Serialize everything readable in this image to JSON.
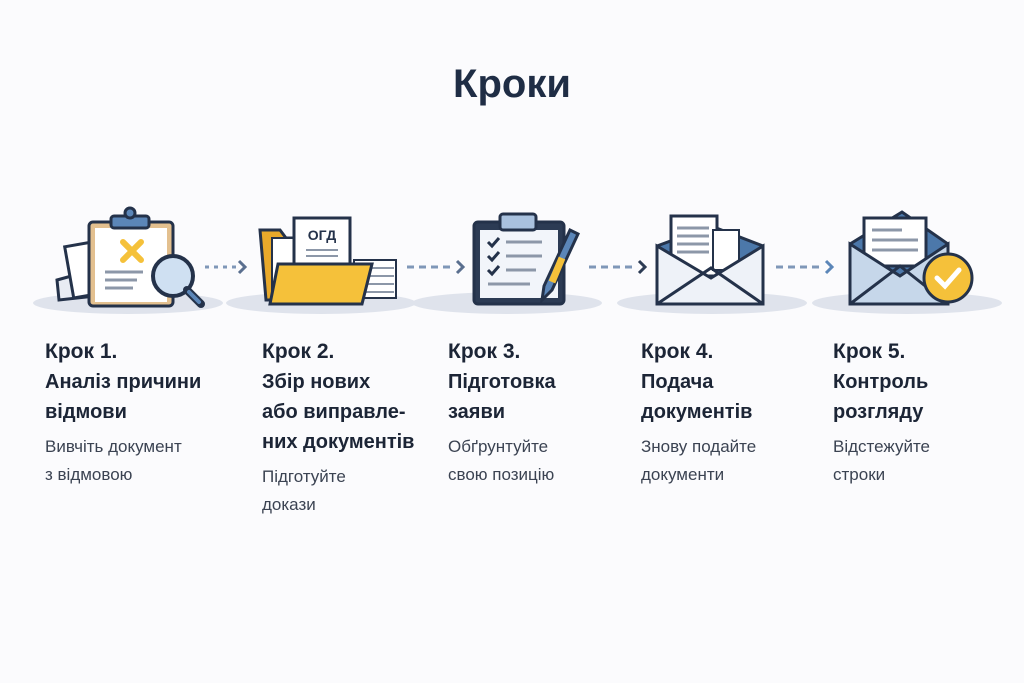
{
  "title": "Кроки",
  "steps": [
    {
      "step": "Крок 1.",
      "name": [
        "Аналіз причини",
        "відмови"
      ],
      "desc": [
        "Вивчіть документ",
        "з відмовою"
      ],
      "icon": "clipboard-magnifier-icon"
    },
    {
      "step": "Крок 2.",
      "name": [
        "Збір нових",
        "або виправле-",
        "них документів"
      ],
      "desc": [
        "Підготуйте",
        "докази"
      ],
      "icon": "folder-documents-icon",
      "doc_label": "ОГД"
    },
    {
      "step": "Крок 3.",
      "name": [
        "Підготовка",
        "заяви"
      ],
      "desc": [
        "Обґрунтуйте",
        "свою позицію"
      ],
      "icon": "checklist-pen-icon"
    },
    {
      "step": "Крок 4.",
      "name": [
        "Подача",
        "документів"
      ],
      "desc": [
        "Знову подайте",
        "документи"
      ],
      "icon": "envelope-documents-icon"
    },
    {
      "step": "Крок 5.",
      "name": [
        "Контроль",
        "розгляду"
      ],
      "desc": [
        "Відстежуйте",
        "строки"
      ],
      "icon": "envelope-check-icon"
    }
  ],
  "colors": {
    "navy": "#24324a",
    "blue": "#5b86b8",
    "yellow": "#f5c13a",
    "orange": "#c9995a"
  }
}
